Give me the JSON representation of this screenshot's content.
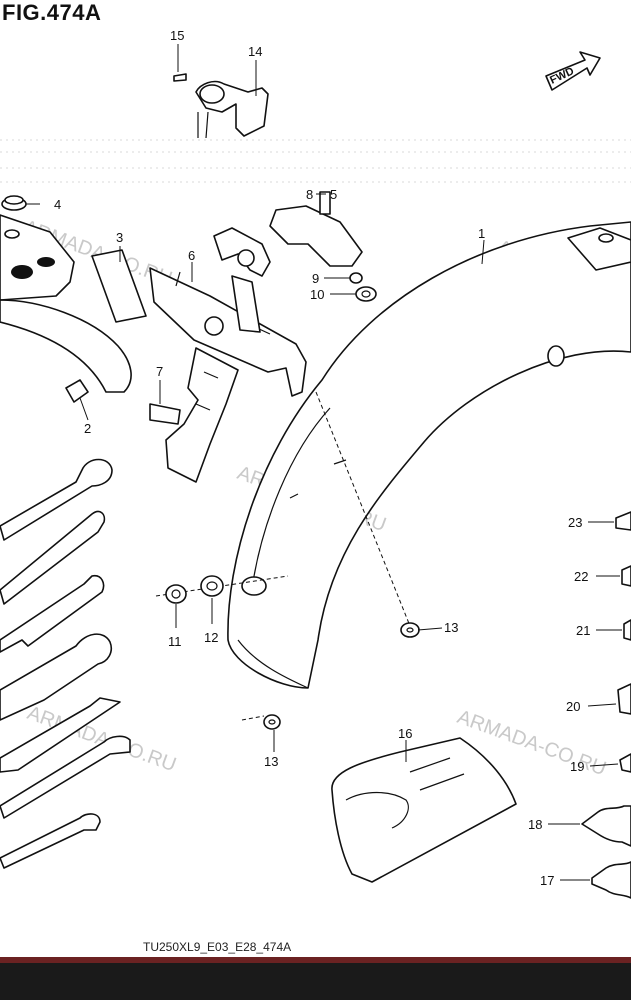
{
  "figure": {
    "title": "FIG.474A",
    "footer_code": "TU250XL9_E03_E28_474A",
    "direction_label": "FWD"
  },
  "watermark": "ARMADA-CO.RU",
  "callouts": [
    "1",
    "2",
    "3",
    "4",
    "5",
    "6",
    "7",
    "8",
    "9",
    "10",
    "11",
    "12",
    "13",
    "13",
    "14",
    "15",
    "16",
    "17",
    "18",
    "19",
    "20",
    "21",
    "22",
    "23"
  ],
  "colors": {
    "line": "#111111",
    "watermark": "#c9c9c9",
    "footer_bar": "#1a1a1a",
    "footer_stripe": "#6b2222"
  }
}
